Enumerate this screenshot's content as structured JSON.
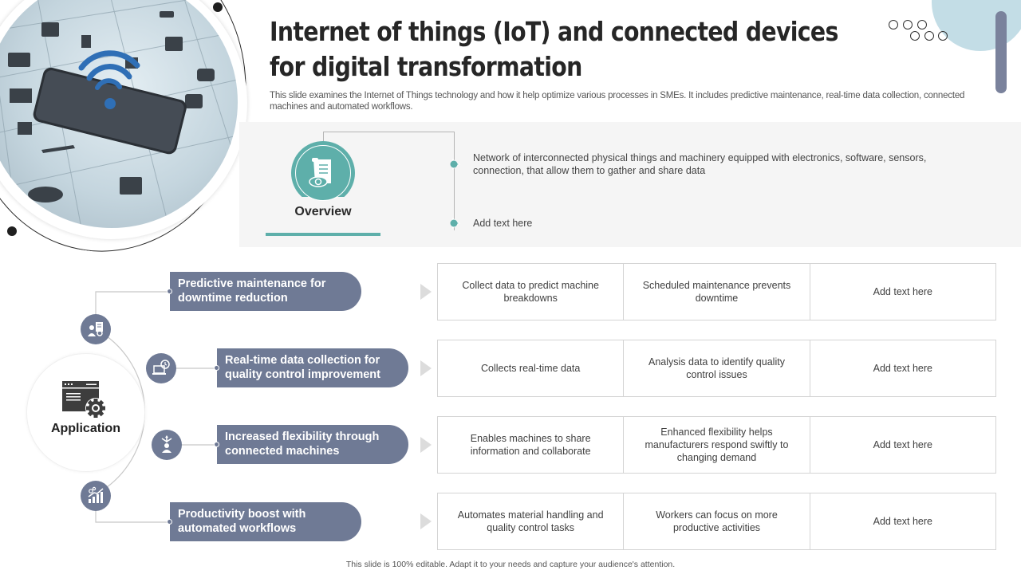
{
  "header": {
    "title": "Internet of things (IoT) and connected devices for digital transformation",
    "subtitle": "This slide examines the Internet of Things technology and how it help optimize various processes in SMEs. It includes predictive maintenance, real-time data collection, connected machines and automated workflows."
  },
  "overview": {
    "label": "Overview",
    "icon": "document-eye-icon",
    "points": [
      "Network of interconnected physical things and machinery equipped with electronics, software, sensors, connection, that allow them to gather and share data",
      "Add text here"
    ]
  },
  "application": {
    "label": "Application",
    "icon": "app-window-gear-icon",
    "items": [
      {
        "title": "Predictive maintenance for downtime reduction",
        "icon": "worker-document-icon",
        "cells": [
          "Collect data to predict machine breakdowns",
          "Scheduled maintenance prevents downtime",
          "Add text here"
        ]
      },
      {
        "title": "Real-time data collection for quality control improvement",
        "icon": "laptop-clock-icon",
        "cells": [
          "Collects real-time data",
          "Analysis data to identify quality control issues",
          "Add text here"
        ]
      },
      {
        "title": "Increased flexibility through connected machines",
        "icon": "person-arrows-icon",
        "cells": [
          "Enables machines to share information and collaborate",
          "Enhanced flexibility helps manufacturers respond swiftly to changing demand",
          "Add text here"
        ]
      },
      {
        "title": "Productivity boost with automated workflows",
        "icon": "growth-chart-gears-icon",
        "cells": [
          "Automates material handling and quality control tasks",
          "Workers can focus on more productive activities",
          "Add text here"
        ]
      }
    ]
  },
  "footer": {
    "note": "This slide is 100% editable.  Adapt it to your needs and capture your audience's attention."
  },
  "colors": {
    "teal": "#5eafaa",
    "slate": "#6f7a95",
    "light_blue": "#c3dde6",
    "band": "#f5f5f5",
    "border": "#d4d4d4"
  }
}
